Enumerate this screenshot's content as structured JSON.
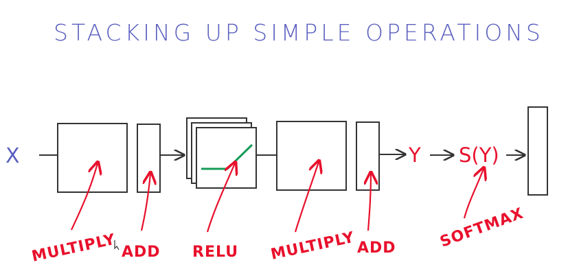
{
  "title": "STACKING UP SIMPLE OPERATIONS",
  "input_label": "X",
  "output_label": "Y",
  "softmax_output": "S(Y)",
  "labels": {
    "multiply_1": "MULTIPLY",
    "add_1": "ADD",
    "relu": "RELU",
    "multiply_2": "MULTIPLY",
    "add_2": "ADD",
    "softmax": "SOFTMAX"
  },
  "colors": {
    "title": "#5a5fbe",
    "ink": "#333333",
    "annotation": "#e8102c",
    "relu_line": "#169b57",
    "input": "#5a5fbe"
  }
}
